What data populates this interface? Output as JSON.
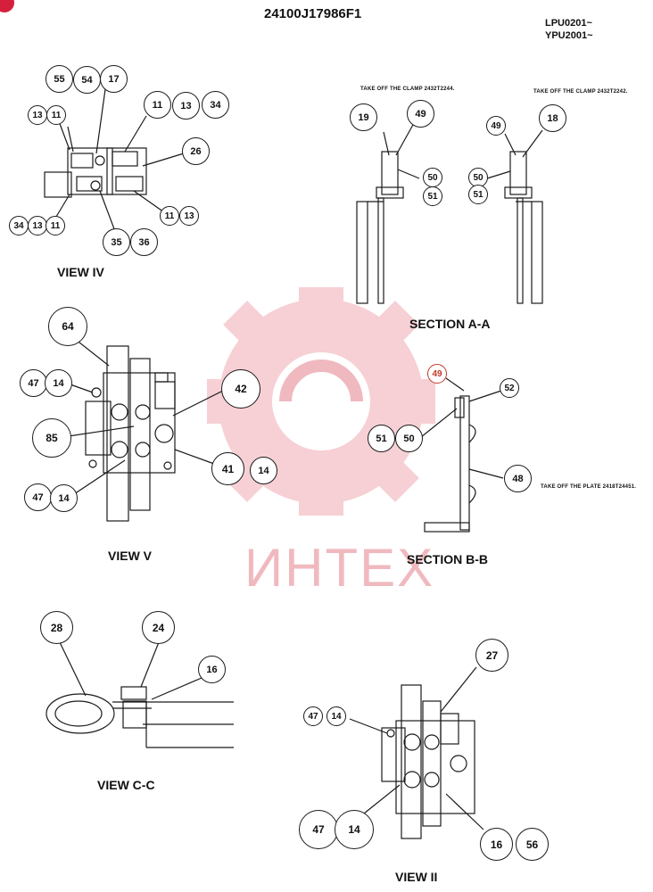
{
  "header": {
    "title": "24100J17986F1",
    "model_a": "LPU0201~",
    "model_b": "YPU2001~"
  },
  "watermark": "ИНТЕХ",
  "views": {
    "view_iv": "VIEW IV",
    "section_aa": "SECTION A-A",
    "view_v": "VIEW V",
    "section_bb": "SECTION B-B",
    "view_cc": "VIEW C-C",
    "view_ii": "VIEW II"
  },
  "notes": {
    "clamp_left": "TAKE OFF THE CLAMP 2432T2244.",
    "clamp_right": "TAKE OFF THE CLAMP 2432T2242.",
    "plate": "TAKE OFF THE PLATE 2418T24451."
  },
  "callouts": {
    "iv": [
      "55",
      "54",
      "17",
      "11",
      "13",
      "34",
      "13",
      "11",
      "26",
      "34",
      "13",
      "11",
      "11",
      "13",
      "35",
      "36"
    ],
    "aa": [
      "19",
      "49",
      "50",
      "51",
      "49",
      "18",
      "50",
      "51"
    ],
    "v": [
      "64",
      "47",
      "14",
      "42",
      "85",
      "41",
      "14",
      "47",
      "14"
    ],
    "bb": [
      "49",
      "52",
      "51",
      "50",
      "48"
    ],
    "cc": [
      "28",
      "24",
      "16"
    ],
    "ii": [
      "27",
      "47",
      "14",
      "47",
      "14",
      "16",
      "56"
    ]
  }
}
